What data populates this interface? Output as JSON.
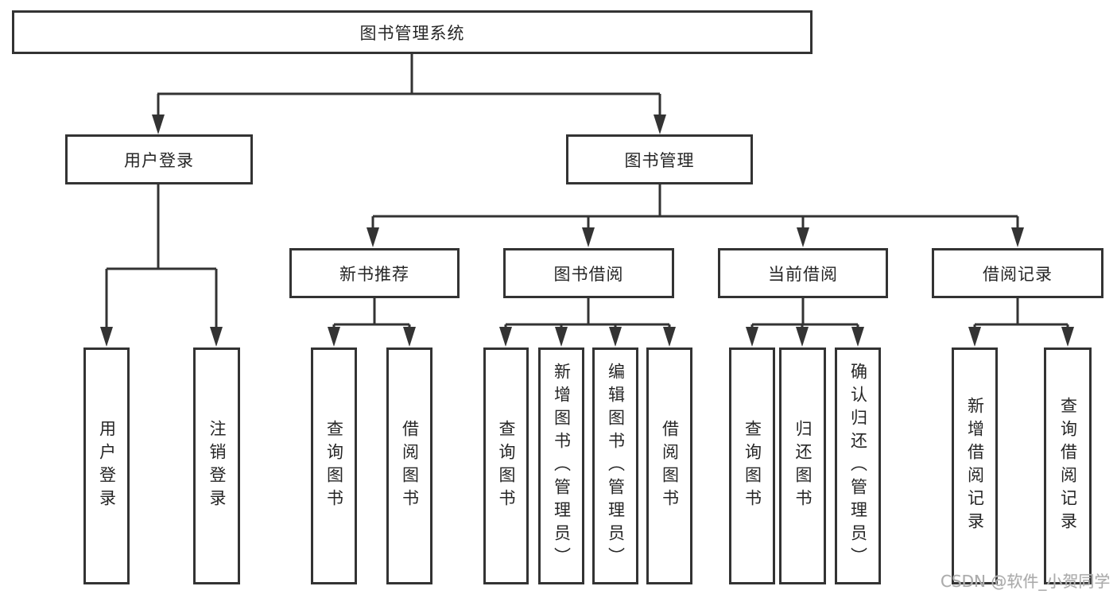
{
  "colors": {
    "line": "#333333",
    "box_border": "#333333",
    "text": "#262626",
    "watermark": "#ababab",
    "background": "#ffffff"
  },
  "tree": {
    "root": {
      "label": "图书管理系统"
    },
    "branches": [
      {
        "label": "用户登录",
        "leaves": [
          "用户登录",
          "注销登录"
        ]
      },
      {
        "label": "图书管理",
        "groups": [
          {
            "label": "新书推荐",
            "leaves": [
              "查询图书",
              "借阅图书"
            ]
          },
          {
            "label": "图书借阅",
            "leaves": [
              "查询图书",
              "新增图书（管理员）",
              "编辑图书（管理员）",
              "借阅图书"
            ]
          },
          {
            "label": "当前借阅",
            "leaves": [
              "查询图书",
              "归还图书",
              "确认归还（管理员）"
            ]
          },
          {
            "label": "借阅记录",
            "leaves": [
              "新增借阅记录",
              "查询借阅记录"
            ]
          }
        ]
      }
    ]
  },
  "watermark": {
    "text": "CSDN @软件_小贺同学"
  }
}
